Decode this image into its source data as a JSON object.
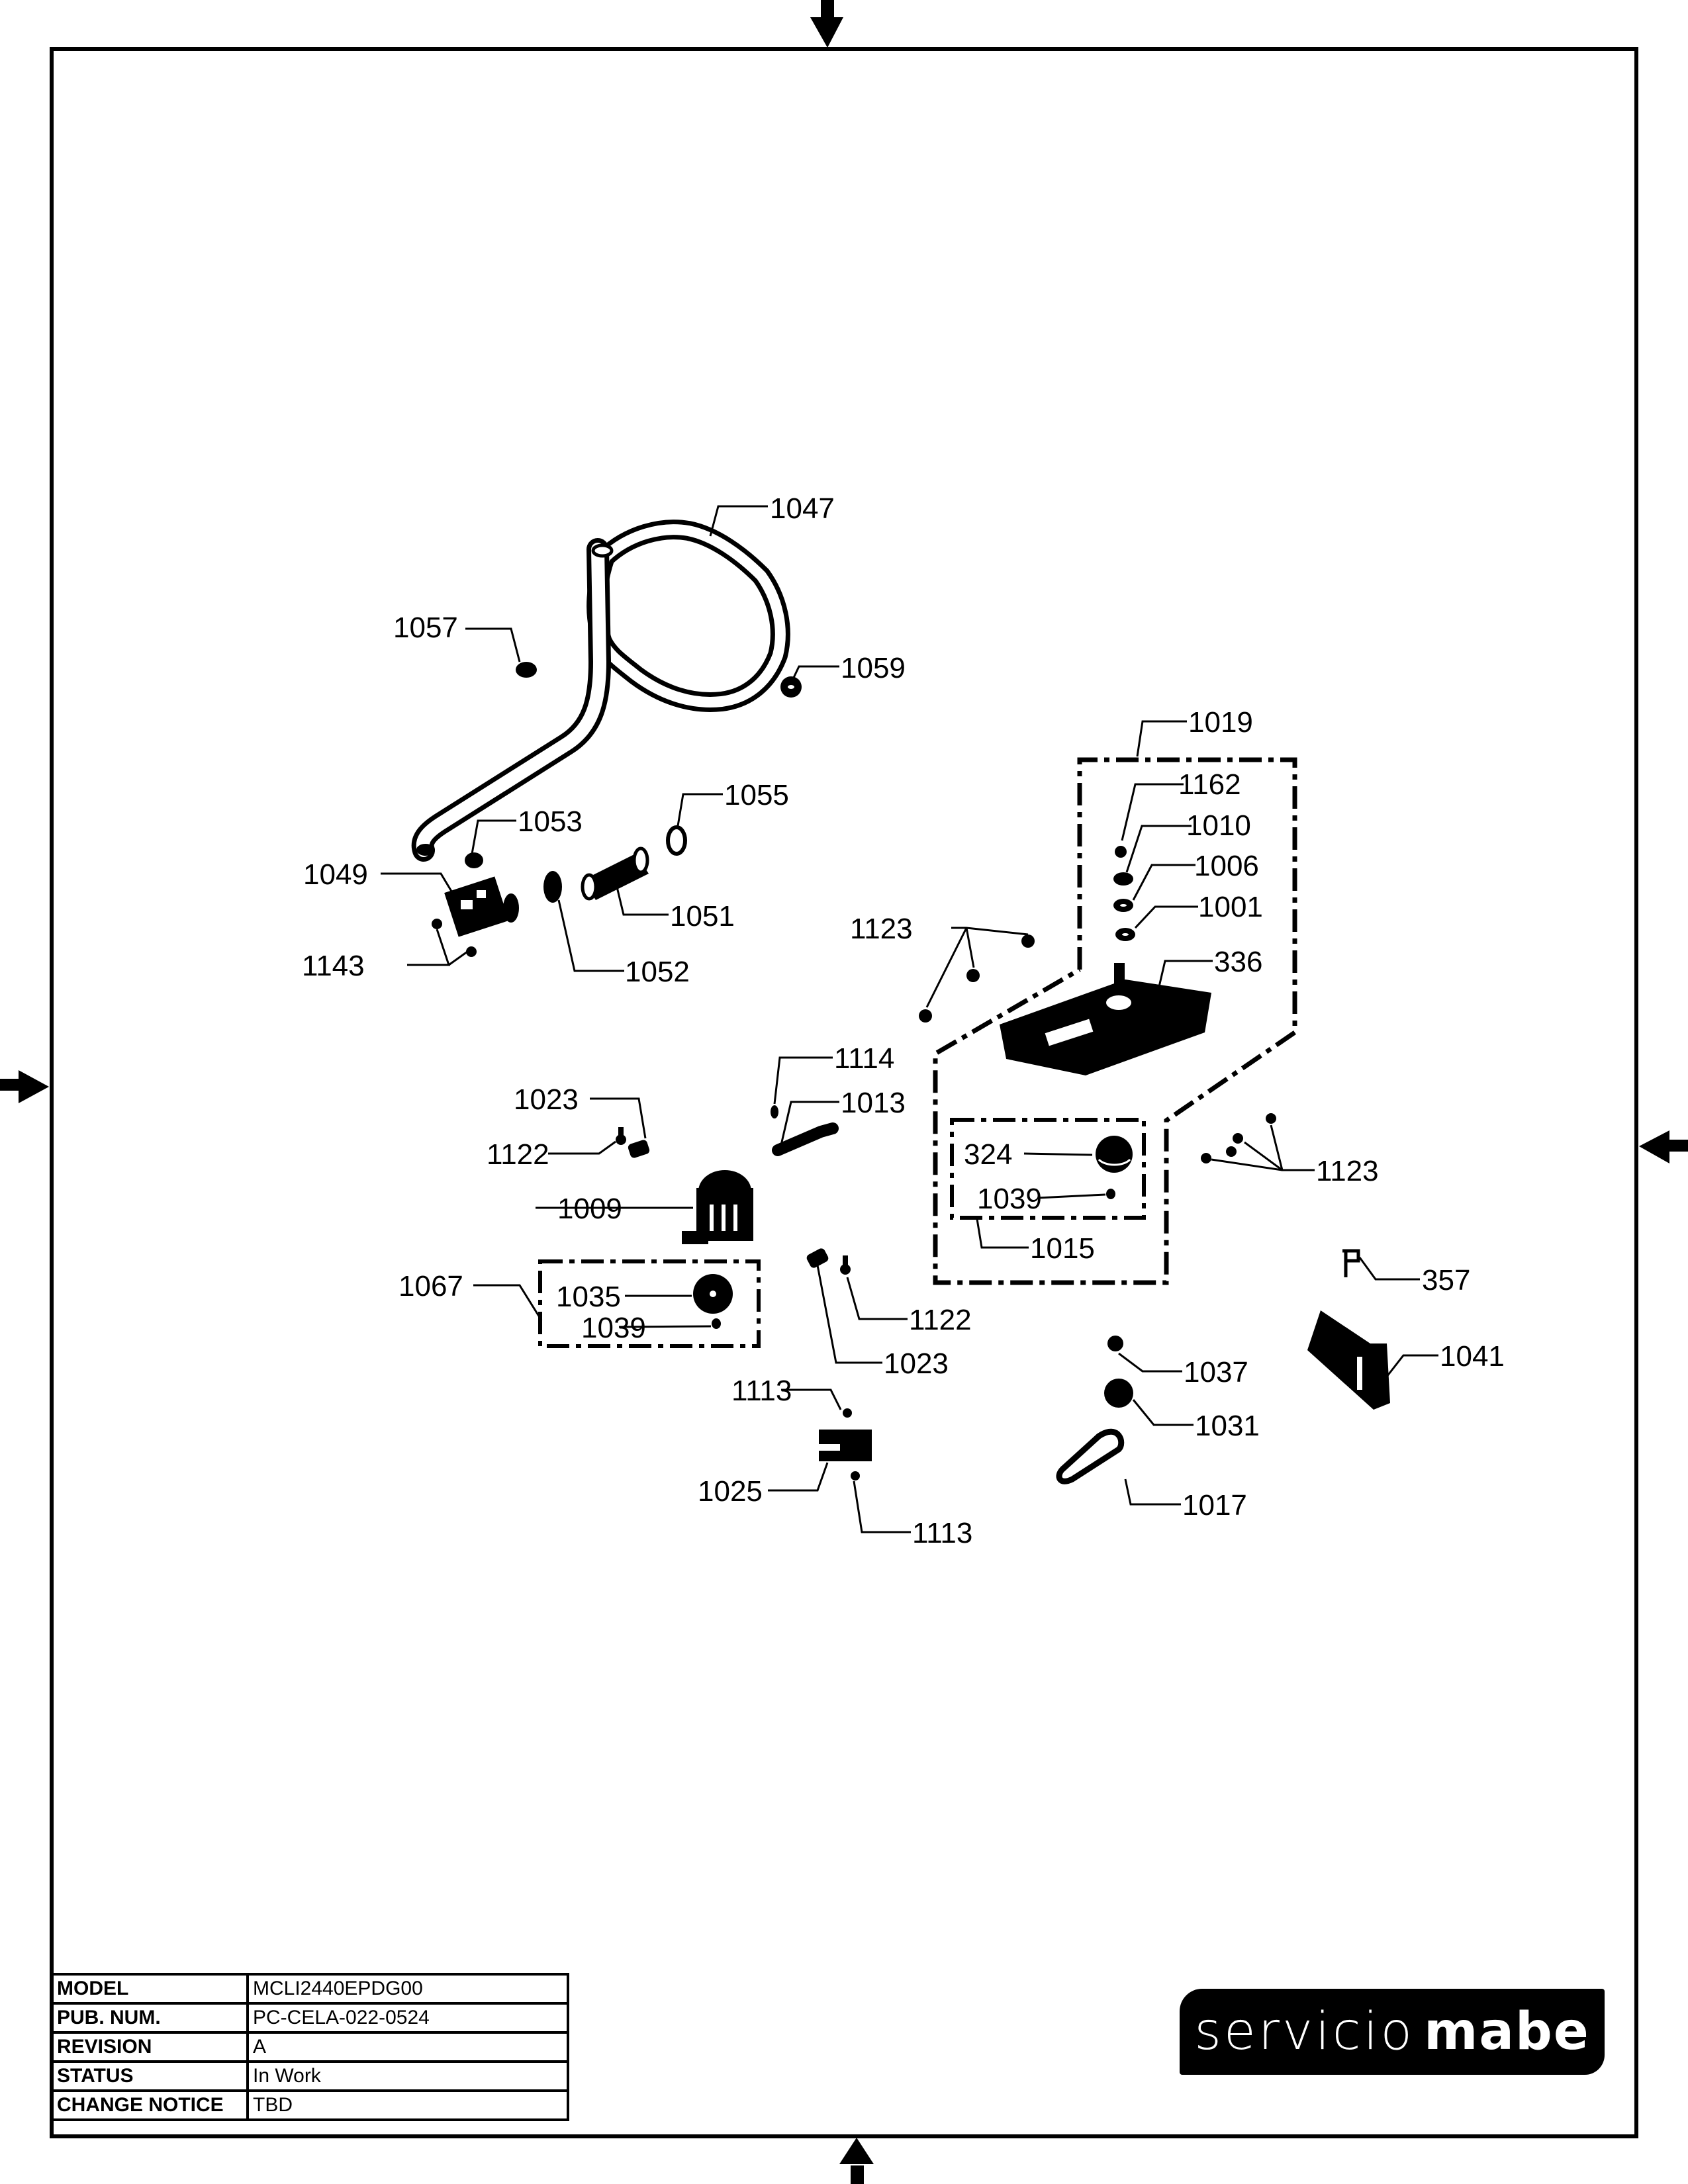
{
  "document": {
    "type": "exploded parts diagram",
    "colors": {
      "ink": "#000000",
      "paper": "#ffffff"
    }
  },
  "callouts": [
    {
      "id": "1047",
      "label": "1047"
    },
    {
      "id": "1057",
      "label": "1057"
    },
    {
      "id": "1059",
      "label": "1059"
    },
    {
      "id": "1019",
      "label": "1019"
    },
    {
      "id": "1162",
      "label": "1162"
    },
    {
      "id": "1010",
      "label": "1010"
    },
    {
      "id": "1006",
      "label": "1006"
    },
    {
      "id": "1001",
      "label": "1001"
    },
    {
      "id": "336",
      "label": "336"
    },
    {
      "id": "1053",
      "label": "1053"
    },
    {
      "id": "1055",
      "label": "1055"
    },
    {
      "id": "1049",
      "label": "1049"
    },
    {
      "id": "1051",
      "label": "1051"
    },
    {
      "id": "1143",
      "label": "1143"
    },
    {
      "id": "1052",
      "label": "1052"
    },
    {
      "id": "1123a",
      "label": "1123"
    },
    {
      "id": "1114",
      "label": "1114"
    },
    {
      "id": "1013",
      "label": "1013"
    },
    {
      "id": "1023a",
      "label": "1023"
    },
    {
      "id": "1122a",
      "label": "1122"
    },
    {
      "id": "324",
      "label": "324"
    },
    {
      "id": "1039a",
      "label": "1039"
    },
    {
      "id": "1015",
      "label": "1015"
    },
    {
      "id": "1123b",
      "label": "1123"
    },
    {
      "id": "1009",
      "label": "1009"
    },
    {
      "id": "1067",
      "label": "1067"
    },
    {
      "id": "1035",
      "label": "1035"
    },
    {
      "id": "1039b",
      "label": "1039"
    },
    {
      "id": "1122b",
      "label": "1122"
    },
    {
      "id": "1023b",
      "label": "1023"
    },
    {
      "id": "357",
      "label": "357"
    },
    {
      "id": "1037",
      "label": "1037"
    },
    {
      "id": "1041",
      "label": "1041"
    },
    {
      "id": "1031",
      "label": "1031"
    },
    {
      "id": "1113a",
      "label": "1113"
    },
    {
      "id": "1025",
      "label": "1025"
    },
    {
      "id": "1113b",
      "label": "1113"
    },
    {
      "id": "1017",
      "label": "1017"
    }
  ],
  "title_block": {
    "rows": [
      {
        "key": "MODEL",
        "value": "MCLI2440EPDG00"
      },
      {
        "key": "PUB. NUM.",
        "value": "PC-CELA-022-0524"
      },
      {
        "key": "REVISION",
        "value": "A"
      },
      {
        "key": "STATUS",
        "value": "In Work"
      },
      {
        "key": "CHANGE NOTICE",
        "value": "TBD"
      }
    ]
  },
  "logo": {
    "light_text": "servicio",
    "bold_text": "mabe"
  }
}
